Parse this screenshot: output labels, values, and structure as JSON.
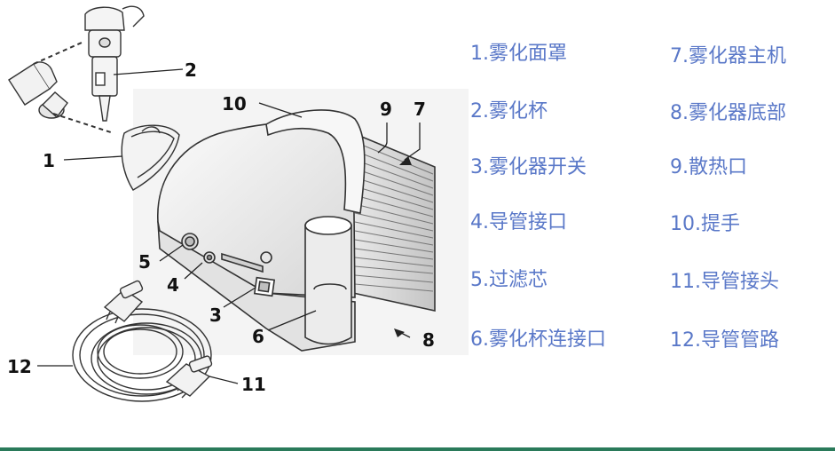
{
  "callouts": {
    "c1": "1",
    "c2": "2",
    "c3": "3",
    "c4": "4",
    "c5": "5",
    "c6": "6",
    "c7": "7",
    "c8": "8",
    "c9": "9",
    "c10": "10",
    "c11": "11",
    "c12": "12"
  },
  "legend": {
    "left": [
      "1.雾化面罩",
      "2.雾化杯",
      "3.雾化器开关",
      "4.导管接口",
      "5.过滤芯",
      "6.雾化杯连接口"
    ],
    "right": [
      "7.雾化器主机",
      "8.雾化器底部",
      "9.散热口",
      "10.提手",
      "11.导管接头",
      "12.导管管路"
    ]
  },
  "colors": {
    "legend_text": "#5a78c8",
    "line": "#222222",
    "bottom_bar": "#2a7a5a"
  }
}
